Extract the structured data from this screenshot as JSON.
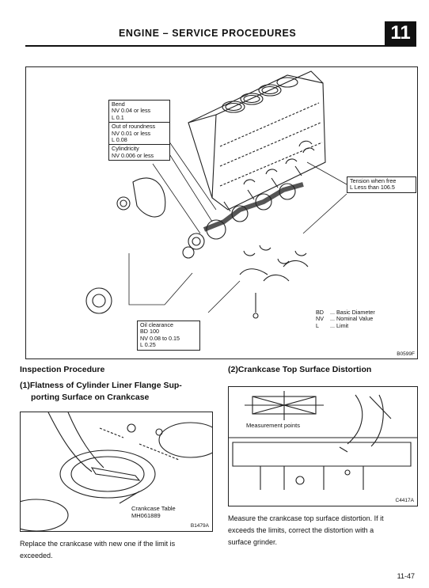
{
  "header": {
    "title": "ENGINE – SERVICE PROCEDURES",
    "section_tab": "11"
  },
  "main_figure": {
    "code": "B0599F",
    "callouts": {
      "bend": {
        "title": "Bend",
        "nv": "NV 0.04 or less",
        "l": "L   0.1"
      },
      "roundness": {
        "title": "Out of roundness",
        "nv": "NV 0.01 or less",
        "l": "L   0.08"
      },
      "cylindricity": {
        "title": "Cylindricity",
        "nv": "NV 0.006 or less"
      },
      "tension": {
        "title": "Tension when free",
        "l": "L   Less than 106.5"
      },
      "oil": {
        "title": "Oil clearance",
        "bd": "BD  100",
        "nv": "NV  0.08  to  0.15",
        "l": "L   0.25"
      }
    },
    "legend": [
      {
        "abbr": "BD",
        "desc": "Basic Diameter"
      },
      {
        "abbr": "NV",
        "desc": "Nominal Value"
      },
      {
        "abbr": "L",
        "desc": "Limit"
      }
    ]
  },
  "left": {
    "heading": "Inspection Procedure",
    "subheading_num": "(1)",
    "subheading_line1": "Flatness of Cylinder Liner Flange Sup-",
    "subheading_line2": "porting Surface on Crankcase",
    "figure": {
      "label1": "Crankcase Table",
      "label2": "MH061889",
      "code": "B1479A"
    },
    "body_line1": "Replace the crankcase with new one if the limit is",
    "body_line2": "exceeded."
  },
  "right": {
    "heading_num": "(2)",
    "heading": "Crankcase Top Surface Distortion",
    "figure": {
      "label": "Measurement points",
      "code": "C4417A"
    },
    "body_line1": "Measure the crankcase top surface distortion. If it",
    "body_line2": "exceeds the limits, correct the distortion with a",
    "body_line3": "surface grinder."
  },
  "footer": {
    "page": "11-47"
  }
}
